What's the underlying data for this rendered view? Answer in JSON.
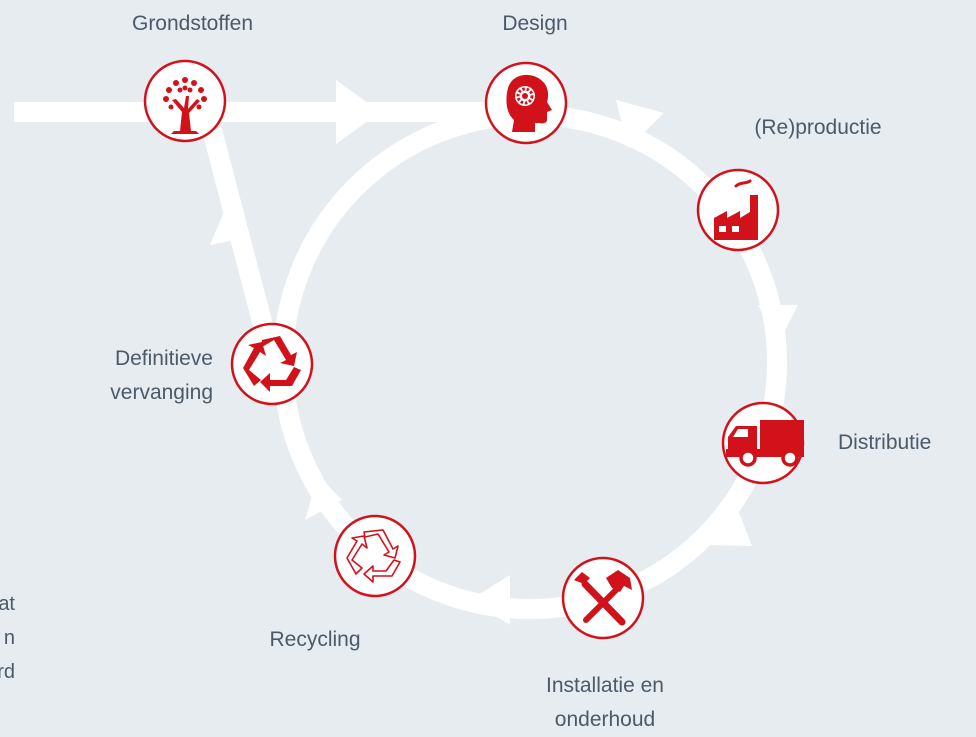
{
  "colors": {
    "background": "#e7ecf1",
    "accent": "#d2121b",
    "flow": "#ffffff",
    "text": "#4a5a68"
  },
  "nodes": [
    {
      "id": "grondstoffen",
      "icon": "tree-icon",
      "label_lines": [
        "Grondstoffen"
      ]
    },
    {
      "id": "design",
      "icon": "head-gear-icon",
      "label_lines": [
        "Design"
      ]
    },
    {
      "id": "reproductie",
      "icon": "factory-icon",
      "label_lines": [
        "(Re)productie"
      ]
    },
    {
      "id": "distributie",
      "icon": "truck-icon",
      "label_lines": [
        "Distributie"
      ]
    },
    {
      "id": "installatie",
      "icon": "tools-icon",
      "label_lines": [
        "Installatie en",
        "onderhoud"
      ]
    },
    {
      "id": "recycling",
      "icon": "recycle-outline-icon",
      "label_lines": [
        "Recycling"
      ]
    },
    {
      "id": "definitieve",
      "icon": "recycle-solid-icon",
      "label_lines": [
        "Definitieve",
        "vervanging"
      ]
    }
  ],
  "left_cut_text": [
    "at",
    "n",
    "rd"
  ]
}
